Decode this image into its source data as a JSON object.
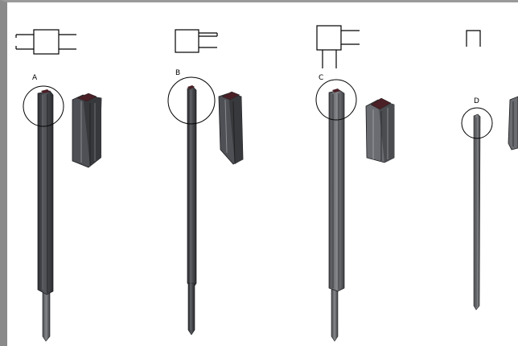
{
  "labels": {
    "a": "A",
    "b": "B",
    "c": "C",
    "d": "D"
  },
  "colors": {
    "post_dark": "#3d3e42",
    "post_mid": "#5a5c61",
    "post_light": "#8a8c90",
    "cap": "#4a1f26",
    "border": "#8a8a8a"
  }
}
